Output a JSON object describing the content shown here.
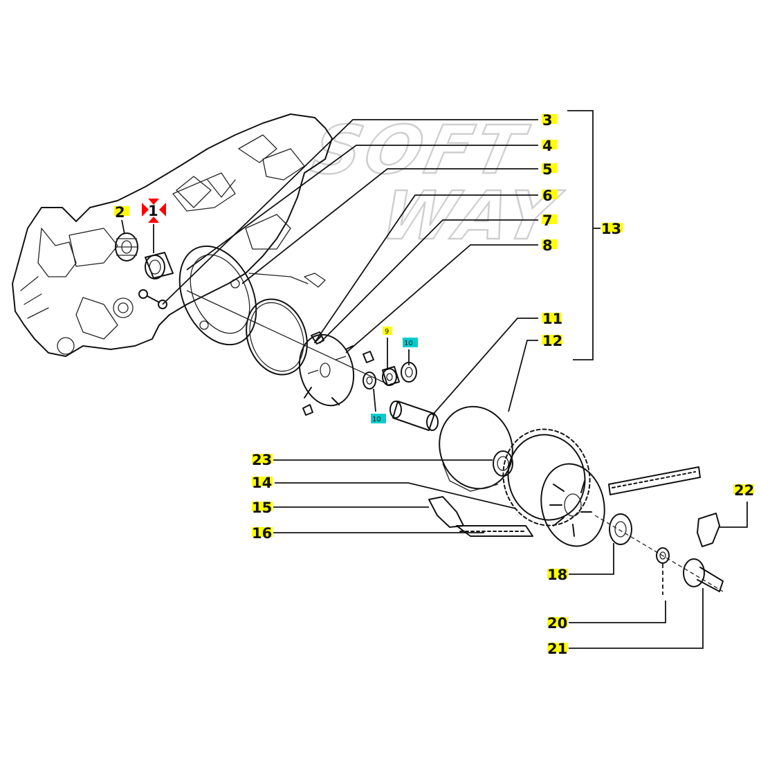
{
  "diagram": {
    "watermark": {
      "line1": "SOFT",
      "line2": "WAY",
      "color": "#cfcfcf"
    },
    "highlight_colors": {
      "yellow": "#ffff00",
      "green": "#00cc33",
      "cyan": "#00cccc",
      "red": "#ff0000"
    },
    "labels": {
      "p1": "1",
      "p2": "2",
      "p3": "3",
      "p4": "4",
      "p5": "5",
      "p6": "6",
      "p7": "7",
      "p8": "8",
      "p9": "9",
      "p10a": "10",
      "p10b": "10",
      "p11": "11",
      "p12": "12",
      "p13": "13",
      "p14": "14",
      "p15": "15",
      "p16": "16",
      "p18": "18",
      "p20": "20",
      "p21": "21",
      "p22": "22",
      "p23": "23"
    }
  }
}
